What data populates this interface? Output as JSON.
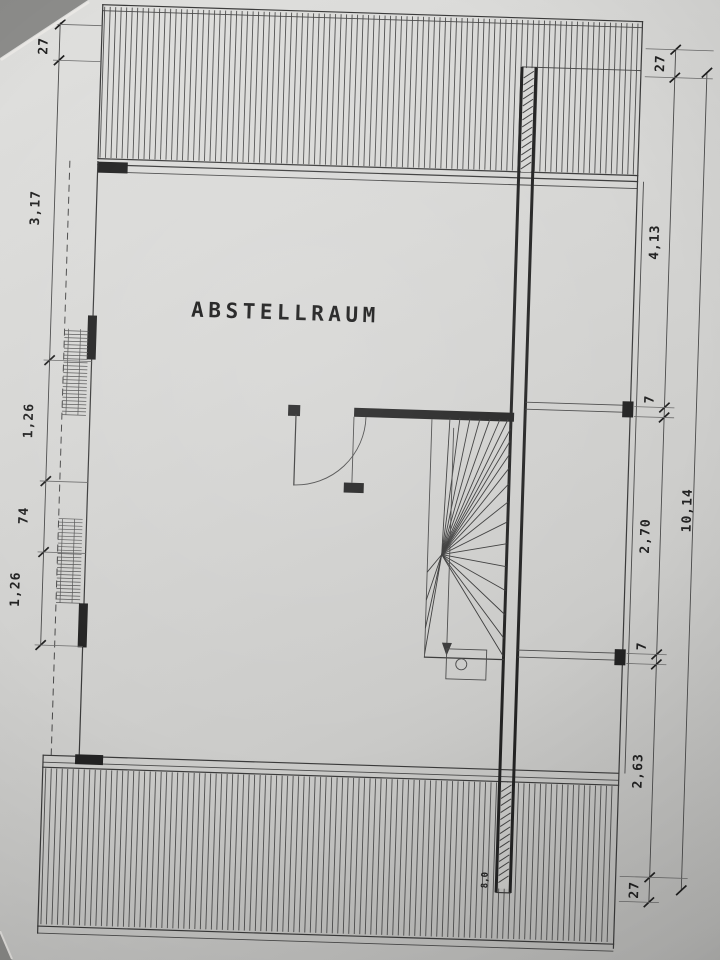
{
  "room": {
    "label": "ABSTELLRAUM"
  },
  "dims": {
    "left": [
      "27",
      "3,17",
      "1,26",
      "74",
      "1,26"
    ],
    "right": [
      "27",
      "4,13",
      "7",
      "2,70",
      "7",
      "2,63",
      "27"
    ],
    "overall": "10,14",
    "note": "8,0"
  },
  "colors": {
    "paper": "#d6d6d3",
    "ink": "#2e2e2e",
    "photo_background": "#8d8d8b"
  }
}
